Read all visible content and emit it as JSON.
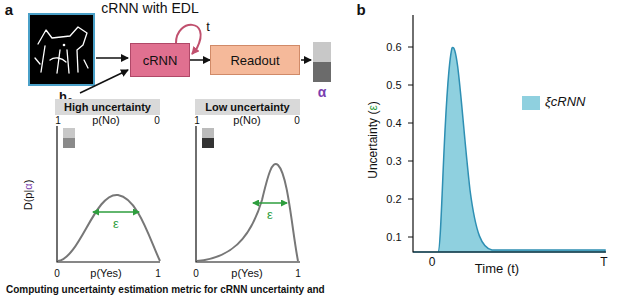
{
  "diagram": {
    "caption": "Computing uncertainty estimation metric for cRNN uncertainty and",
    "nodes": [
      {
        "text": [
          "cRNN"
        ]
      },
      {
        "text": [
          "Readout"
        ]
      },
      {
        "text": [
          "High uncertainty"
        ]
      },
      {
        "text": [
          "Low uncertainty"
        ]
      }
    ],
    "edges": [
      {
        "from": 0,
        "to": 1,
        "arrow": "to"
      }
    ],
    "labels": [
      "a",
      "cRNN with EDL",
      "t",
      "h",
      "0",
      "α",
      "1",
      "p(No)",
      "0",
      "0",
      "p(Yes)",
      "1",
      "D(p|α)",
      "ε",
      "1",
      "p(No)",
      "0",
      "0",
      "p(Yes)",
      "1",
      "ε",
      "b",
      "Uncertainty (ε)",
      "0.6",
      "0.5",
      "0.4",
      "0.3",
      "0.2",
      "0.1",
      "Time (t)",
      "0",
      "T"
    ],
    "legend": [
      {
        "text": "ξcRNN",
        "color": "#8fd0df"
      }
    ]
  }
}
